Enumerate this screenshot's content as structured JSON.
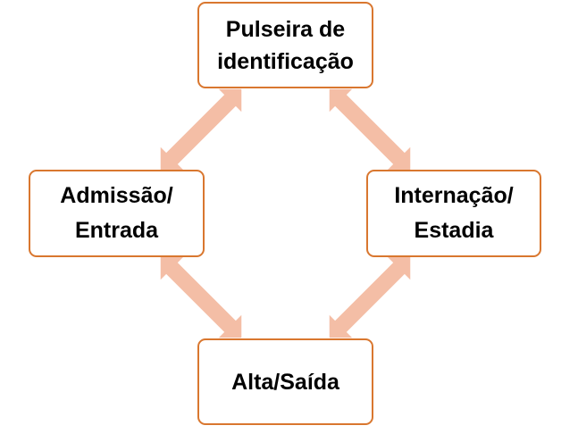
{
  "colors": {
    "box_border": "#d9772f",
    "arrow_fill": "#f4bea6",
    "text": "#000000",
    "background": "#ffffff"
  },
  "nodes": {
    "top": {
      "line1": "Pulseira de",
      "line2": "identificação"
    },
    "left": {
      "line1": "Admissão/",
      "line2": "Entrada"
    },
    "right": {
      "line1": "Internação/",
      "line2": "Estadia"
    },
    "bottom": {
      "line1": "Alta/Saída"
    }
  },
  "arrows": [
    {
      "from": "top",
      "to": "left",
      "icon": "double-arrow"
    },
    {
      "from": "top",
      "to": "right",
      "icon": "double-arrow"
    },
    {
      "from": "left",
      "to": "bottom",
      "icon": "double-arrow"
    },
    {
      "from": "right",
      "to": "bottom",
      "icon": "double-arrow"
    }
  ]
}
